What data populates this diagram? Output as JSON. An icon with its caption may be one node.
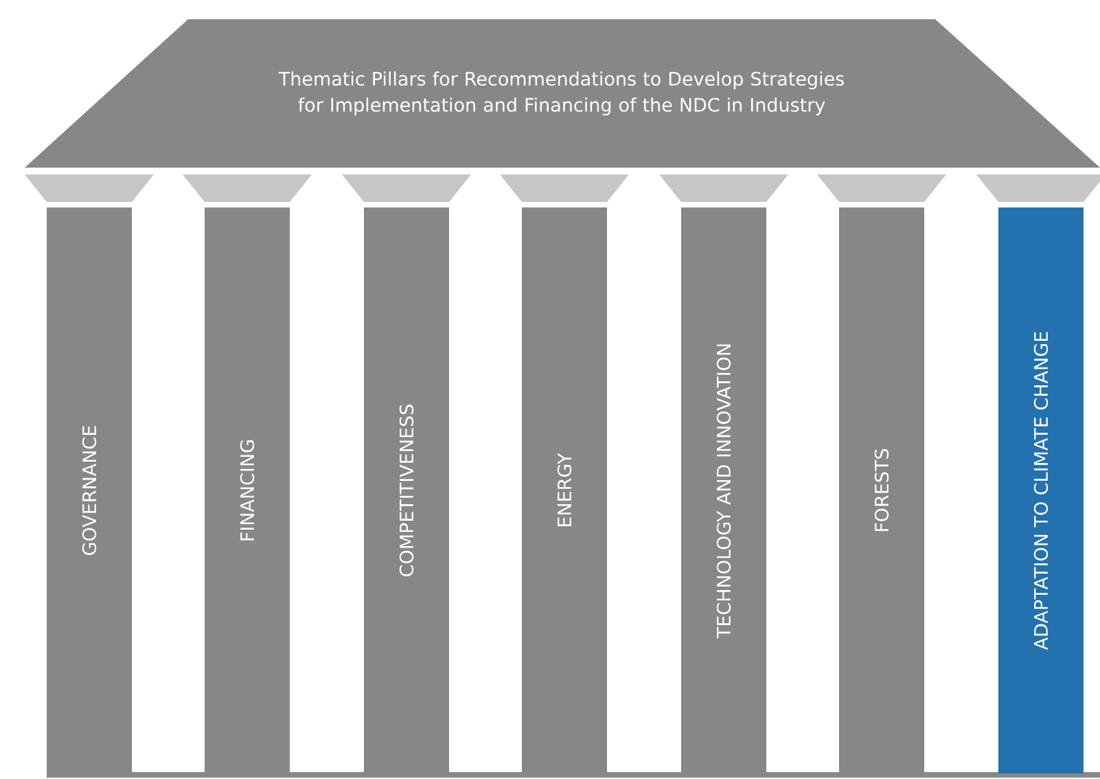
{
  "diagram": {
    "nodes": [
      {
        "text": [
          "Thematic Pillars for Recommendations to Develop Strategies for Implementation and Financing of the NDC in Industry"
        ]
      },
      {
        "text": [
          "GOVERNANCE"
        ]
      },
      {
        "text": [
          "FINANCING"
        ]
      },
      {
        "text": [
          "COMPETITIVENESS"
        ]
      },
      {
        "text": [
          "ENERGY"
        ]
      },
      {
        "text": [
          "TECHNOLOGY AND INNOVATION"
        ]
      },
      {
        "text": [
          "FORESTS"
        ]
      },
      {
        "text": [
          "ADAPTATION TO CLIMATE CHANGE"
        ]
      }
    ]
  }
}
